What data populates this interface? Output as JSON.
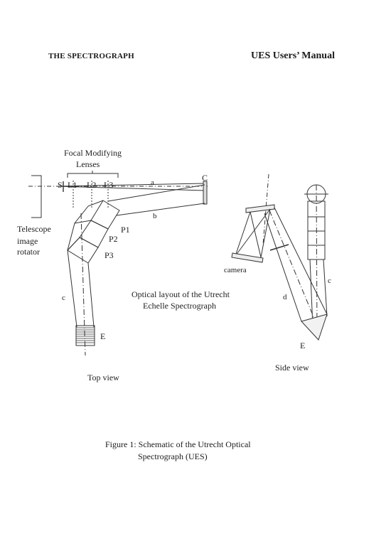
{
  "header": {
    "left": "THE SPECTROGRAPH",
    "right": "UES Users’ Manual"
  },
  "figure": {
    "focal_modifying": "Focal Modifying",
    "lenses": "Lenses",
    "labels": {
      "S": "S",
      "L1": "L1",
      "L2": "L2",
      "L3": "L3",
      "a": "a",
      "b": "b",
      "C": "C",
      "P1": "P1",
      "P2": "P2",
      "P3": "P3",
      "c_top": "c",
      "E_top": "E",
      "c_side": "c",
      "d_side": "d",
      "E_side": "E",
      "camera": "camera"
    },
    "telescope": [
      "Telescope",
      "image",
      "rotator"
    ],
    "layout_title": [
      "Optical layout of the Utrecht",
      "Echelle Spectrograph"
    ],
    "top_view": "Top view",
    "side_view": "Side view"
  },
  "caption": {
    "line1": "Figure 1: Schematic of the Utrecht Optical",
    "line2": "Spectrograph (UES)"
  }
}
